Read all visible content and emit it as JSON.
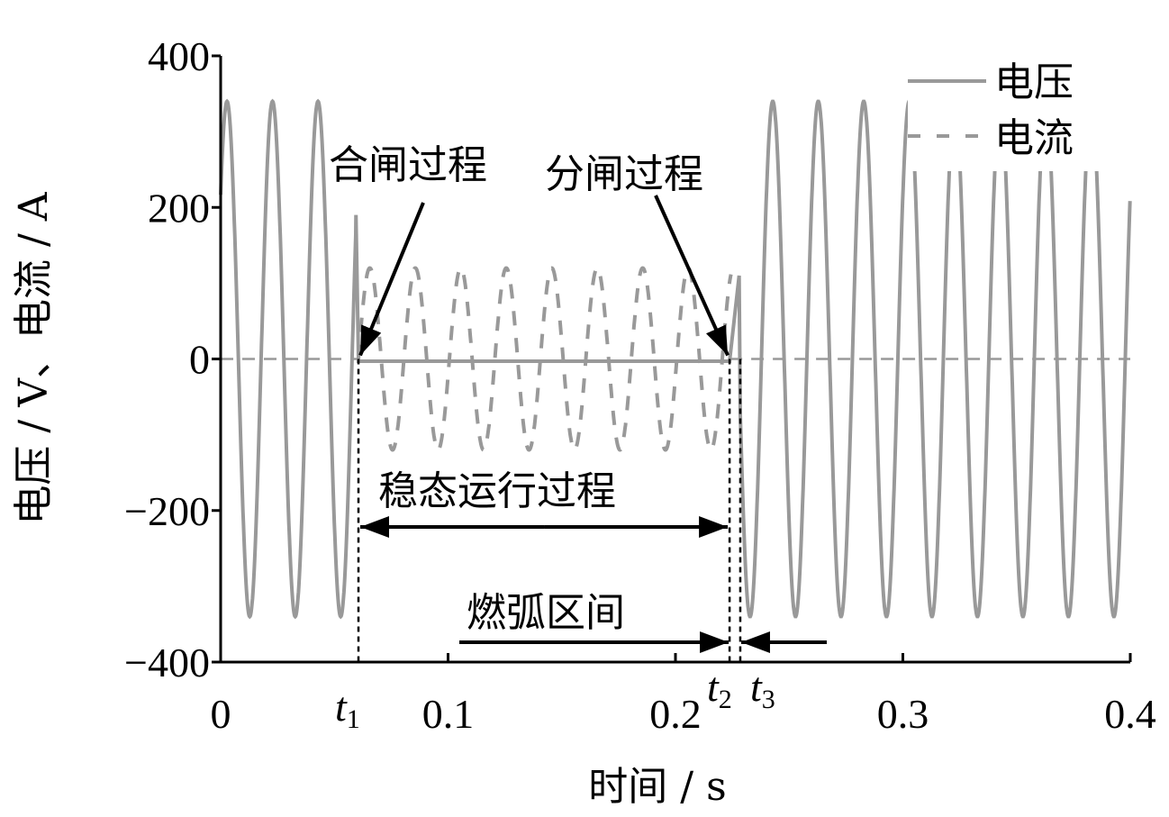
{
  "chart_data": {
    "type": "line",
    "xlabel": "时间 / s",
    "ylabel": "电压 / V、电流 / A",
    "xlim": [
      0,
      0.4
    ],
    "ylim": [
      -400,
      400
    ],
    "xticks": [
      0,
      0.1,
      0.2,
      0.3,
      0.4
    ],
    "xtick_labels": [
      "0",
      "0.1",
      "0.2",
      "0.3",
      "0.4"
    ],
    "yticks": [
      400,
      200,
      0,
      -200,
      -400
    ],
    "ytick_labels": [
      "400",
      "200",
      "0",
      "−200",
      "−400"
    ],
    "grid": false,
    "legend": {
      "placement": "top-right",
      "entries": [
        "电压",
        "电流"
      ]
    },
    "series": [
      {
        "name": "电压",
        "style": "solid",
        "color": "#999999",
        "amplitude": 340,
        "frequency_hz": 50,
        "peak_time": 0.0028,
        "steady_value": -3,
        "arc_peak": 110
      },
      {
        "name": "电流",
        "style": "dashed",
        "color": "#999999",
        "amplitude": 120,
        "frequency_hz": 50
      }
    ],
    "events": {
      "t1": 0.0606,
      "t2": 0.2238,
      "t3": 0.2285
    },
    "event_labels": {
      "t1": "t",
      "t1_sub": "1",
      "t2": "t",
      "t2_sub": "2",
      "t3": "t",
      "t3_sub": "3"
    },
    "annotations": {
      "closing": "合闸过程",
      "opening": "分闸过程",
      "steady": "稳态运行过程",
      "arcing": "燃弧区间"
    }
  }
}
